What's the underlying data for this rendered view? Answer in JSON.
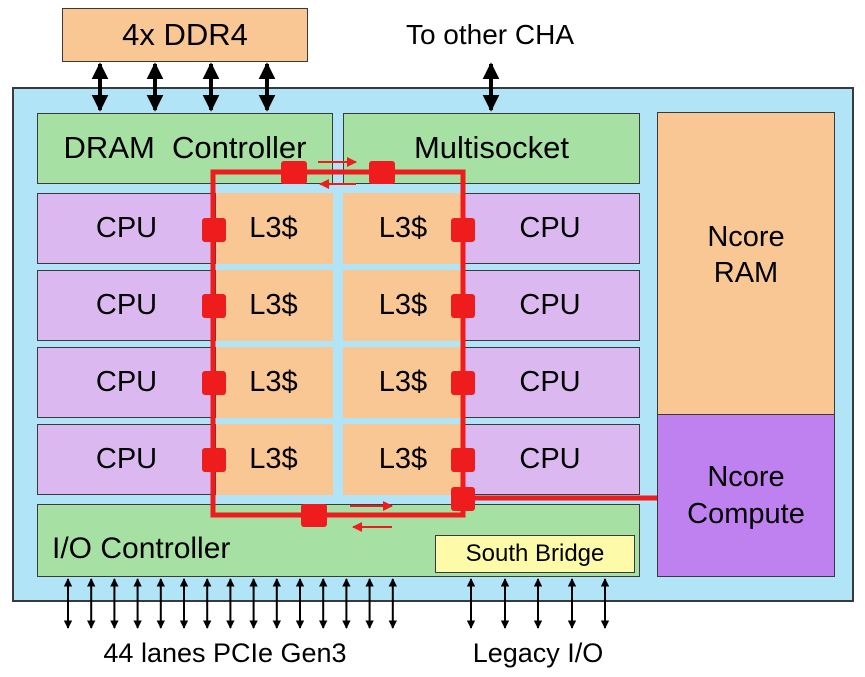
{
  "memory": {
    "label": "4x DDR4"
  },
  "top_label": "To other CHA",
  "dram_controller": {
    "label": "DRAM  Controller"
  },
  "multisocket": {
    "label": "Multisocket"
  },
  "cores": {
    "cpu_label": "CPU",
    "cache_label": "L3$"
  },
  "ncore_ram": {
    "line1": "Ncore",
    "line2": "RAM"
  },
  "ncore_compute": {
    "line1": "Ncore",
    "line2": "Compute"
  },
  "io_controller": {
    "label": "I/O Controller"
  },
  "south_bridge": {
    "label": "South Bridge"
  },
  "bottom_left_label": "44 lanes PCIe Gen3",
  "bottom_right_label": "Legacy I/O",
  "colors": {
    "ring": "#ee1c1c",
    "chip_background": "#b0e4f6",
    "controller_green": "#a7e0a3",
    "cpu_purple": "#dcb8f1",
    "cache_orange": "#f9c794",
    "ncore_compute_purple": "#bf81ef",
    "south_bridge_yellow": "#fdfba9"
  }
}
